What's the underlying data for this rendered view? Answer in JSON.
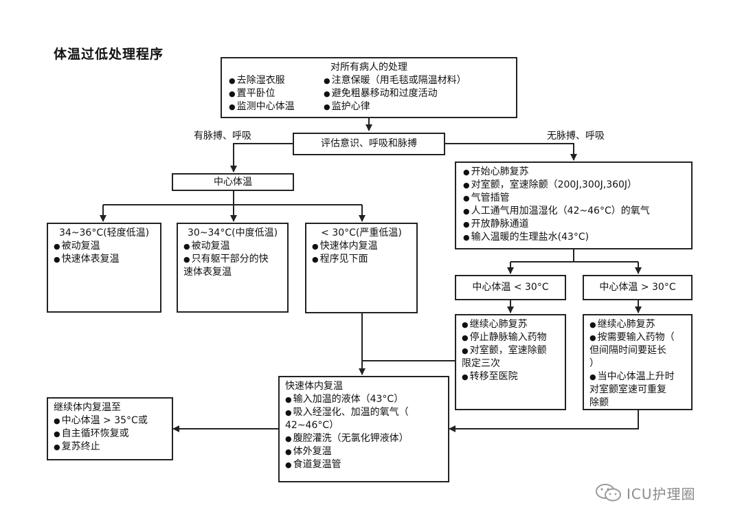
{
  "title": "体温过低处理程序",
  "all_patients": {
    "header": "对所有病人的处理",
    "left": [
      "去除湿衣服",
      "置平卧位",
      "监测中心体温"
    ],
    "right": [
      "注意保暖（用毛毯或隔温材料）",
      "避免粗暴移动和过度活动",
      "监护心律"
    ]
  },
  "assess": "评估意识、呼吸和脉搏",
  "edge_pulse": "有脉搏、呼吸",
  "edge_no_pulse": "无脉搏、呼吸",
  "core_temp": "中心体温",
  "mild": {
    "header": "34~36°C(轻度低温)",
    "items": [
      "被动复温",
      "快速体表复温"
    ]
  },
  "moderate": {
    "header": "30~34°C(中度低温)",
    "items": [
      "被动复温",
      "只有躯干部分的快\n速体表复温"
    ]
  },
  "severe": {
    "header": "< 30°C(严重低温)",
    "items": [
      "快速体内复温",
      "程序见下面"
    ]
  },
  "cpr": {
    "items": [
      "开始心肺复苏",
      "对室颤，室速除颤（200J,300J,360J）",
      "气管插管",
      "人工通气用加温湿化（42~46°C）的氧气",
      "开放静脉通道",
      "输入温暖的生理盐水(43°C)"
    ]
  },
  "core_low": "中心体温 < 30°C",
  "core_high": "中心体温 > 30°C",
  "low_actions": {
    "items": [
      "继续心肺复苏",
      "停止静脉输入药物",
      "对室颤，室速除颤\n限定三次",
      "转移至医院"
    ]
  },
  "high_actions": {
    "items": [
      "继续心肺复苏",
      "按需要输入药物（\n但间隔时间要延长\n）",
      "当中心体温上升时\n对室颤室速可重复\n除颤"
    ]
  },
  "internal": {
    "header": "快速体内复温",
    "items": [
      "输入加温的液体（43°C）",
      "吸入经湿化、加温的氧气（\n42~46°C）",
      "腹腔灌洗（无氯化钾液体）",
      "体外复温",
      "食道复温管"
    ]
  },
  "continue": {
    "header": "继续体内复温至",
    "items": [
      "中心体温 > 35°C或",
      "自主循环恢复或",
      "复苏终止"
    ]
  },
  "watermark": "ICU护理圈",
  "icons": {
    "watermark": "wechat-icon"
  }
}
